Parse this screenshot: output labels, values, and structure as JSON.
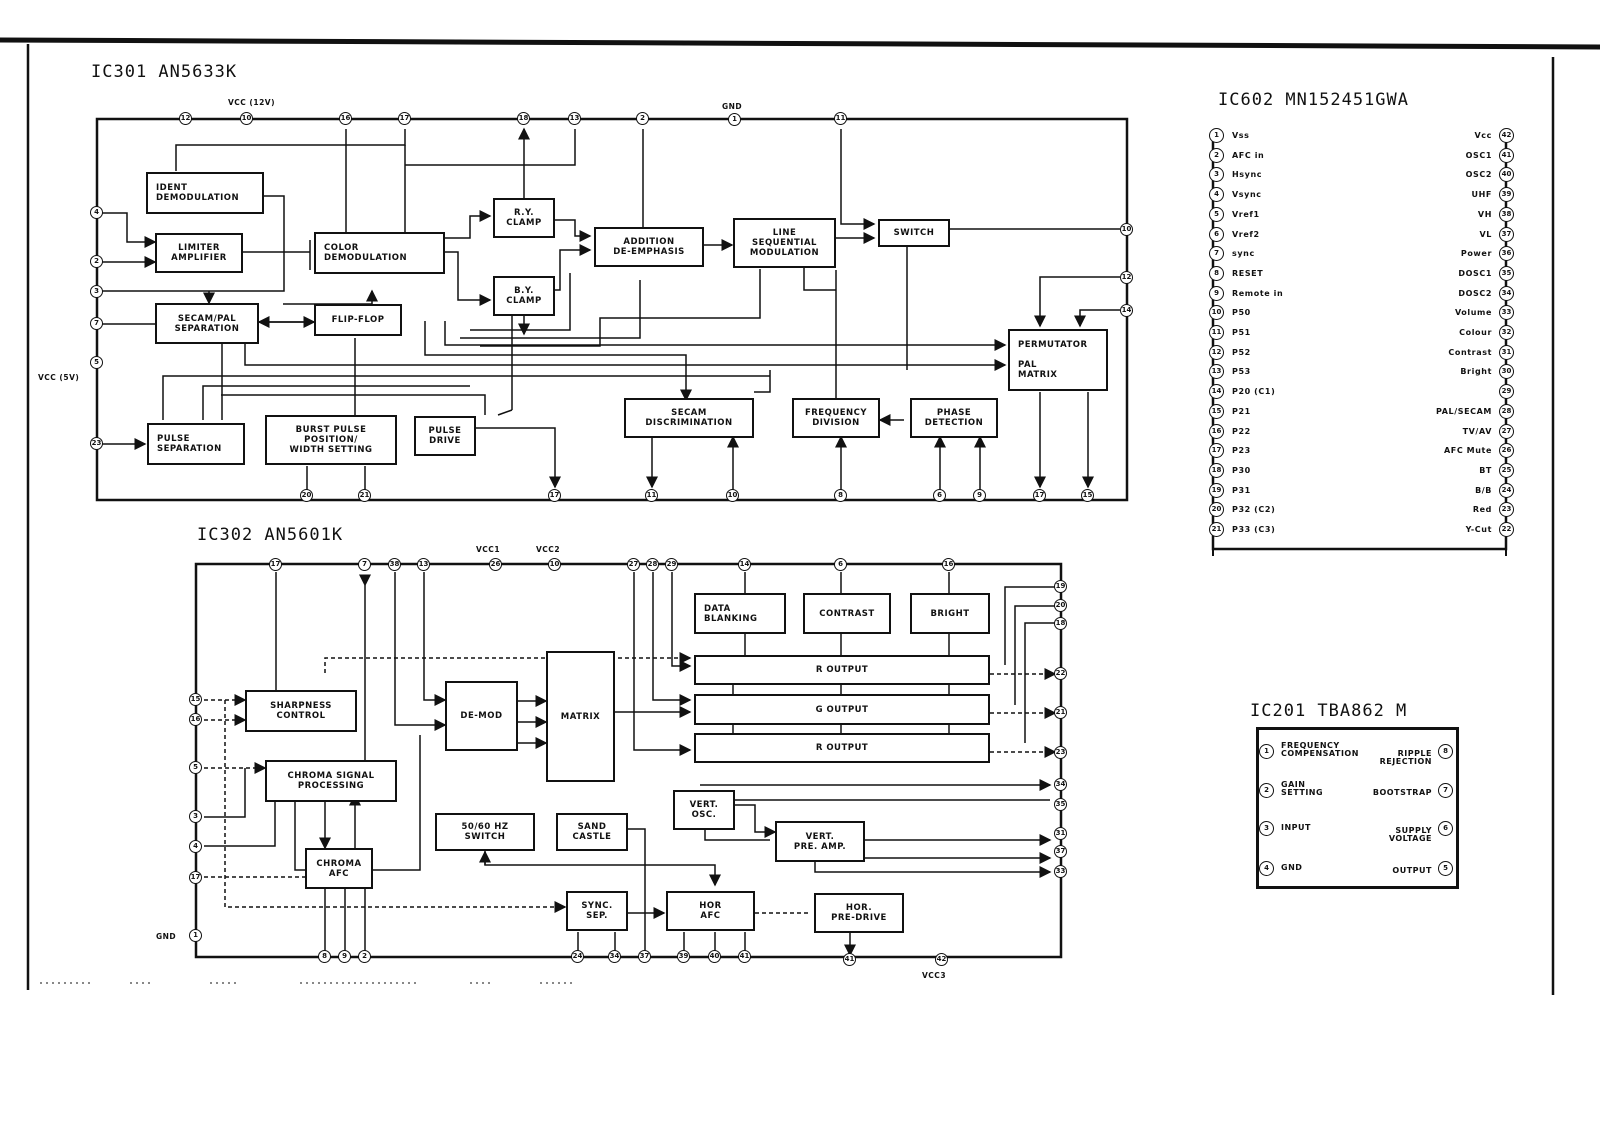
{
  "ic301": {
    "title": "IC301  AN5633K",
    "labels": {
      "vcc12": "VCC (12V)",
      "gnd": "GND",
      "vcc5": "VCC (5V)"
    },
    "blocks": {
      "ident": "IDENT\nDEMODULATION",
      "limiter": "LIMITER\nAMPLIFIER",
      "secampal": "SECAM/PAL\nSEPARATION",
      "colordemod": "COLOR\nDEMODULATION",
      "flipflop": "FLIP-FLOP",
      "ryclamp": "R.Y.\nCLAMP",
      "byclamp": "B.Y.\nCLAMP",
      "addition": "ADDITION\nDE-EMPHASIS",
      "linesq": "LINE\nSEQUENTIAL\nMODULATION",
      "switch": "SWITCH",
      "permutator": "PERMUTATOR\n\nPAL\nMATRIX",
      "pulsesep": "PULSE\nSEPARATION",
      "burst": "BURST PULSE\nPOSITION/\nWIDTH SETTING",
      "pulsedrive": "PULSE\nDRIVE",
      "secamdisc": "SECAM\nDISCRIMINATION",
      "freqdiv": "FREQUENCY\nDIVISION",
      "phasedet": "PHASE\nDETECTION"
    }
  },
  "ic302": {
    "title": "IC302  AN5601K",
    "labels": {
      "vcc1": "VCC1",
      "vcc2": "VCC2",
      "vcc3": "VCC3",
      "gnd": "GND"
    },
    "blocks": {
      "databl": "DATA\nBLANKING",
      "contrast": "CONTRAST",
      "bright": "BRIGHT",
      "routput1": "R OUTPUT",
      "goutput": "G OUTPUT",
      "routput2": "R OUTPUT",
      "sharp": "SHARPNESS\nCONTROL",
      "demod": "DE-MOD",
      "matrix": "MATRIX",
      "chromasig": "CHROMA SIGNAL\nPROCESSING",
      "chromaafc": "CHROMA\nAFC",
      "vertosc": "VERT.\nOSC.",
      "vertpre": "VERT.\nPRE. AMP.",
      "hz5060": "50/60 HZ\nSWITCH",
      "sand": "SAND\nCASTLE",
      "syncsep": "SYNC.\nSEP.",
      "horafc": "HOR\nAFC",
      "horpre": "HOR.\nPRE-DRIVE"
    }
  },
  "ic602": {
    "title": "IC602   MN152451GWA",
    "left_pins": [
      {
        "num": "1",
        "name": "Vss"
      },
      {
        "num": "2",
        "name": "AFC in"
      },
      {
        "num": "3",
        "name": "Hsync"
      },
      {
        "num": "4",
        "name": "Vsync"
      },
      {
        "num": "5",
        "name": "Vref1"
      },
      {
        "num": "6",
        "name": "Vref2"
      },
      {
        "num": "7",
        "name": "sync"
      },
      {
        "num": "8",
        "name": "RESET"
      },
      {
        "num": "9",
        "name": "Remote in"
      },
      {
        "num": "10",
        "name": "P50"
      },
      {
        "num": "11",
        "name": "P51"
      },
      {
        "num": "12",
        "name": "P52"
      },
      {
        "num": "13",
        "name": "P53"
      },
      {
        "num": "14",
        "name": "P20  (C1)"
      },
      {
        "num": "15",
        "name": "P21"
      },
      {
        "num": "16",
        "name": "P22"
      },
      {
        "num": "17",
        "name": "P23"
      },
      {
        "num": "18",
        "name": "P30"
      },
      {
        "num": "19",
        "name": "P31"
      },
      {
        "num": "20",
        "name": "P32  (C2)"
      },
      {
        "num": "21",
        "name": "P33  (C3)"
      }
    ],
    "right_pins": [
      {
        "num": "42",
        "name": "Vcc"
      },
      {
        "num": "41",
        "name": "OSC1"
      },
      {
        "num": "40",
        "name": "OSC2"
      },
      {
        "num": "39",
        "name": "UHF"
      },
      {
        "num": "38",
        "name": "VH"
      },
      {
        "num": "37",
        "name": "VL"
      },
      {
        "num": "36",
        "name": "Power"
      },
      {
        "num": "35",
        "name": "DOSC1"
      },
      {
        "num": "34",
        "name": "DOSC2"
      },
      {
        "num": "33",
        "name": "Volume"
      },
      {
        "num": "32",
        "name": "Colour"
      },
      {
        "num": "31",
        "name": "Contrast"
      },
      {
        "num": "30",
        "name": "Bright"
      },
      {
        "num": "29",
        "name": ""
      },
      {
        "num": "28",
        "name": "PAL/SECAM"
      },
      {
        "num": "27",
        "name": "TV/AV"
      },
      {
        "num": "26",
        "name": "AFC Mute"
      },
      {
        "num": "25",
        "name": "BT"
      },
      {
        "num": "24",
        "name": "B/B"
      },
      {
        "num": "23",
        "name": "Red"
      },
      {
        "num": "22",
        "name": "Y-Cut"
      }
    ]
  },
  "ic201": {
    "title": "IC201  TBA862 M",
    "left_pins": [
      {
        "num": "1",
        "name": "FREQUENCY\nCOMPENSATION"
      },
      {
        "num": "2",
        "name": "GAIN\nSETTING"
      },
      {
        "num": "3",
        "name": "INPUT"
      },
      {
        "num": "4",
        "name": "GND"
      }
    ],
    "right_pins": [
      {
        "num": "8",
        "name": "RIPPLE\nREJECTION"
      },
      {
        "num": "7",
        "name": "BOOTSTRAP"
      },
      {
        "num": "6",
        "name": "SUPPLY\nVOLTAGE"
      },
      {
        "num": "5",
        "name": "OUTPUT"
      }
    ]
  }
}
